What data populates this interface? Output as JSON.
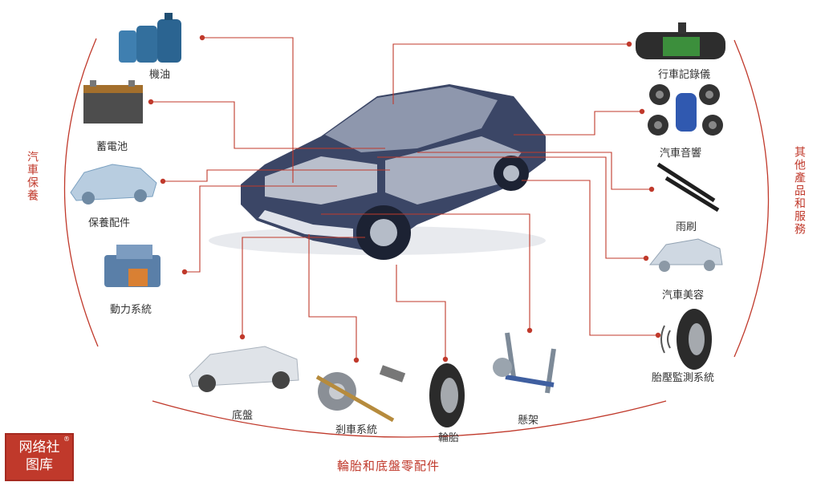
{
  "categories": {
    "left": "汽車保養",
    "right": "其他產品和服務",
    "bottom": "輪胎和底盤零配件"
  },
  "parts": [
    {
      "id": "engine-oil",
      "label": "機油",
      "icon": "oil-bottles-icon"
    },
    {
      "id": "battery",
      "label": "蓄電池",
      "icon": "battery-icon"
    },
    {
      "id": "maintenance-parts",
      "label": "保養配件",
      "icon": "car-parts-icon"
    },
    {
      "id": "powertrain",
      "label": "動力系統",
      "icon": "engine-icon"
    },
    {
      "id": "chassis",
      "label": "底盤",
      "icon": "chassis-icon"
    },
    {
      "id": "brake-system",
      "label": "剎車系統",
      "icon": "brake-icon"
    },
    {
      "id": "tire",
      "label": "輪胎",
      "icon": "tire-icon"
    },
    {
      "id": "suspension",
      "label": "懸架",
      "icon": "suspension-icon"
    },
    {
      "id": "dash-cam",
      "label": "行車記錄儀",
      "icon": "mirror-dashcam-icon"
    },
    {
      "id": "car-audio",
      "label": "汽車音響",
      "icon": "speakers-icon"
    },
    {
      "id": "wiper",
      "label": "雨刷",
      "icon": "wiper-icon"
    },
    {
      "id": "car-detailing",
      "label": "汽車美容",
      "icon": "car-body-icon"
    },
    {
      "id": "tpms",
      "label": "胎壓監測系統",
      "icon": "tire-sensor-icon"
    }
  ],
  "logo": {
    "line1": "网络社",
    "line2": "图库",
    "mark": "®"
  },
  "colors": {
    "accent": "#c0392b",
    "leader": "#c0392b",
    "car": "#3b4666"
  }
}
